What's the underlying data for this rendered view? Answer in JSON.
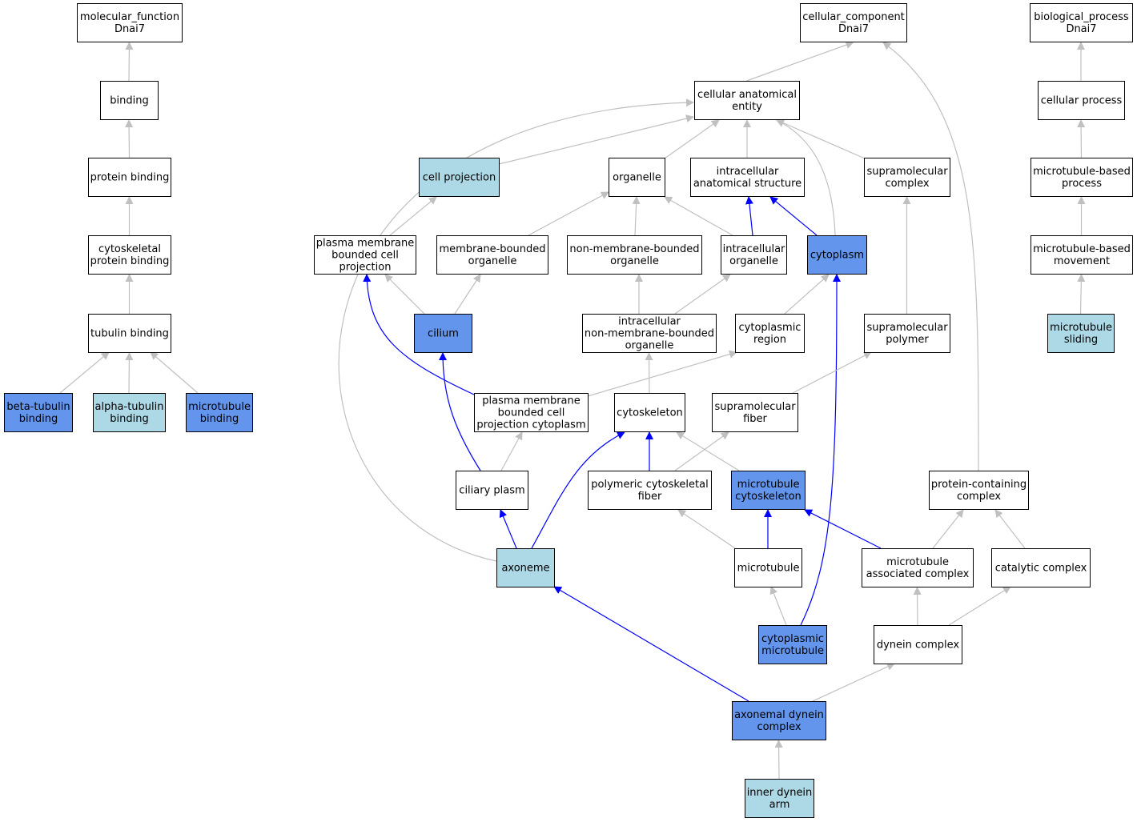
{
  "colors": {
    "plain_fill": "#ffffff",
    "direct_fill": "#6495ed",
    "light_fill": "#add8e6",
    "gray_edge": "#c0c0c0",
    "blue_edge": "#0000ff"
  },
  "nodes": [
    {
      "id": "mf",
      "lines": [
        "molecular_function",
        "Dnai7"
      ],
      "style": "plain"
    },
    {
      "id": "binding",
      "lines": [
        "binding"
      ],
      "style": "plain"
    },
    {
      "id": "protein_binding",
      "lines": [
        "protein binding"
      ],
      "style": "plain"
    },
    {
      "id": "cytoskeletal_protein_binding",
      "lines": [
        "cytoskeletal",
        "protein binding"
      ],
      "style": "plain"
    },
    {
      "id": "tubulin_binding",
      "lines": [
        "tubulin binding"
      ],
      "style": "plain"
    },
    {
      "id": "beta_tubulin_binding",
      "lines": [
        "beta-tubulin",
        "binding"
      ],
      "style": "direct"
    },
    {
      "id": "alpha_tubulin_binding",
      "lines": [
        "alpha-tubulin",
        "binding"
      ],
      "style": "light"
    },
    {
      "id": "microtubule_binding",
      "lines": [
        "microtubule",
        "binding"
      ],
      "style": "direct"
    },
    {
      "id": "cc",
      "lines": [
        "cellular_component",
        "Dnai7"
      ],
      "style": "plain"
    },
    {
      "id": "cae",
      "lines": [
        "cellular anatomical",
        "entity"
      ],
      "style": "plain"
    },
    {
      "id": "cell_projection",
      "lines": [
        "cell projection"
      ],
      "style": "light"
    },
    {
      "id": "organelle",
      "lines": [
        "organelle"
      ],
      "style": "plain"
    },
    {
      "id": "ias",
      "lines": [
        "intracellular",
        "anatomical structure"
      ],
      "style": "plain"
    },
    {
      "id": "supramolecular_complex",
      "lines": [
        "supramolecular",
        "complex"
      ],
      "style": "plain"
    },
    {
      "id": "pmbcp",
      "lines": [
        "plasma membrane",
        "bounded cell",
        "projection"
      ],
      "style": "plain"
    },
    {
      "id": "mbo",
      "lines": [
        "membrane-bounded",
        "organelle"
      ],
      "style": "plain"
    },
    {
      "id": "nmbo",
      "lines": [
        "non-membrane-bounded",
        "organelle"
      ],
      "style": "plain"
    },
    {
      "id": "intracellular_organelle",
      "lines": [
        "intracellular",
        "organelle"
      ],
      "style": "plain"
    },
    {
      "id": "cytoplasm",
      "lines": [
        "cytoplasm"
      ],
      "style": "direct"
    },
    {
      "id": "cilium",
      "lines": [
        "cilium"
      ],
      "style": "direct"
    },
    {
      "id": "inmbo",
      "lines": [
        "intracellular",
        "non-membrane-bounded",
        "organelle"
      ],
      "style": "plain"
    },
    {
      "id": "cytoplasmic_region",
      "lines": [
        "cytoplasmic",
        "region"
      ],
      "style": "plain"
    },
    {
      "id": "supramolecular_polymer",
      "lines": [
        "supramolecular",
        "polymer"
      ],
      "style": "plain"
    },
    {
      "id": "pmbcp_cytoplasm",
      "lines": [
        "plasma membrane",
        "bounded cell",
        "projection cytoplasm"
      ],
      "style": "plain"
    },
    {
      "id": "cytoskeleton",
      "lines": [
        "cytoskeleton"
      ],
      "style": "plain"
    },
    {
      "id": "supramolecular_fiber",
      "lines": [
        "supramolecular",
        "fiber"
      ],
      "style": "plain"
    },
    {
      "id": "ciliary_plasm",
      "lines": [
        "ciliary plasm"
      ],
      "style": "plain"
    },
    {
      "id": "polymeric_cytoskeletal_fiber",
      "lines": [
        "polymeric cytoskeletal",
        "fiber"
      ],
      "style": "plain"
    },
    {
      "id": "microtubule_cytoskeleton",
      "lines": [
        "microtubule",
        "cytoskeleton"
      ],
      "style": "direct"
    },
    {
      "id": "protein_containing_complex",
      "lines": [
        "protein-containing",
        "complex"
      ],
      "style": "plain"
    },
    {
      "id": "axoneme",
      "lines": [
        "axoneme"
      ],
      "style": "light"
    },
    {
      "id": "microtubule",
      "lines": [
        "microtubule"
      ],
      "style": "plain"
    },
    {
      "id": "mt_associated_complex",
      "lines": [
        "microtubule",
        "associated complex"
      ],
      "style": "plain"
    },
    {
      "id": "catalytic_complex",
      "lines": [
        "catalytic complex"
      ],
      "style": "plain"
    },
    {
      "id": "cytoplasmic_microtubule",
      "lines": [
        "cytoplasmic",
        "microtubule"
      ],
      "style": "direct"
    },
    {
      "id": "dynein_complex",
      "lines": [
        "dynein complex"
      ],
      "style": "plain"
    },
    {
      "id": "axonemal_dynein_complex",
      "lines": [
        "axonemal dynein",
        "complex"
      ],
      "style": "direct"
    },
    {
      "id": "inner_dynein_arm",
      "lines": [
        "inner dynein",
        "arm"
      ],
      "style": "light"
    },
    {
      "id": "bp",
      "lines": [
        "biological_process",
        "Dnai7"
      ],
      "style": "plain"
    },
    {
      "id": "cellular_process",
      "lines": [
        "cellular process"
      ],
      "style": "plain"
    },
    {
      "id": "mt_based_process",
      "lines": [
        "microtubule-based",
        "process"
      ],
      "style": "plain"
    },
    {
      "id": "mt_based_movement",
      "lines": [
        "microtubule-based",
        "movement"
      ],
      "style": "plain"
    },
    {
      "id": "microtubule_sliding",
      "lines": [
        "microtubule",
        "sliding"
      ],
      "style": "light"
    }
  ],
  "edges": [
    {
      "from": "binding",
      "to": "mf",
      "color": "gray"
    },
    {
      "from": "protein_binding",
      "to": "binding",
      "color": "gray"
    },
    {
      "from": "cytoskeletal_protein_binding",
      "to": "protein_binding",
      "color": "gray"
    },
    {
      "from": "tubulin_binding",
      "to": "cytoskeletal_protein_binding",
      "color": "gray"
    },
    {
      "from": "beta_tubulin_binding",
      "to": "tubulin_binding",
      "color": "gray"
    },
    {
      "from": "alpha_tubulin_binding",
      "to": "tubulin_binding",
      "color": "gray"
    },
    {
      "from": "microtubule_binding",
      "to": "tubulin_binding",
      "color": "gray"
    },
    {
      "from": "cae",
      "to": "cc",
      "color": "gray"
    },
    {
      "from": "protein_containing_complex",
      "to": "cc",
      "color": "gray"
    },
    {
      "from": "cell_projection",
      "to": "cae",
      "color": "gray"
    },
    {
      "from": "organelle",
      "to": "cae",
      "color": "gray"
    },
    {
      "from": "ias",
      "to": "cae",
      "color": "gray"
    },
    {
      "from": "supramolecular_complex",
      "to": "cae",
      "color": "gray"
    },
    {
      "from": "cytoplasm",
      "to": "cae",
      "color": "gray"
    },
    {
      "from": "axoneme",
      "to": "cae",
      "color": "gray"
    },
    {
      "from": "pmbcp",
      "to": "cell_projection",
      "color": "gray"
    },
    {
      "from": "mbo",
      "to": "organelle",
      "color": "gray"
    },
    {
      "from": "nmbo",
      "to": "organelle",
      "color": "gray"
    },
    {
      "from": "intracellular_organelle",
      "to": "organelle",
      "color": "gray"
    },
    {
      "from": "intracellular_organelle",
      "to": "ias",
      "color": "blue"
    },
    {
      "from": "cytoplasm",
      "to": "ias",
      "color": "blue"
    },
    {
      "from": "supramolecular_polymer",
      "to": "supramolecular_complex",
      "color": "gray"
    },
    {
      "from": "cilium",
      "to": "pmbcp",
      "color": "gray"
    },
    {
      "from": "cilium",
      "to": "mbo",
      "color": "gray"
    },
    {
      "from": "pmbcp_cytoplasm",
      "to": "pmbcp",
      "color": "blue"
    },
    {
      "from": "inmbo",
      "to": "nmbo",
      "color": "gray"
    },
    {
      "from": "inmbo",
      "to": "intracellular_organelle",
      "color": "gray"
    },
    {
      "from": "cytoplasmic_region",
      "to": "cytoplasm",
      "color": "gray"
    },
    {
      "from": "cytoplasmic_microtubule",
      "to": "cytoplasm",
      "color": "blue"
    },
    {
      "from": "ciliary_plasm",
      "to": "cilium",
      "color": "blue"
    },
    {
      "from": "cytoskeleton",
      "to": "inmbo",
      "color": "gray"
    },
    {
      "from": "pmbcp_cytoplasm",
      "to": "cytoplasmic_region",
      "color": "gray"
    },
    {
      "from": "supramolecular_fiber",
      "to": "supramolecular_polymer",
      "color": "gray"
    },
    {
      "from": "ciliary_plasm",
      "to": "pmbcp_cytoplasm",
      "color": "gray"
    },
    {
      "from": "axoneme",
      "to": "cytoskeleton",
      "color": "blue"
    },
    {
      "from": "polymeric_cytoskeletal_fiber",
      "to": "cytoskeleton",
      "color": "blue"
    },
    {
      "from": "microtubule_cytoskeleton",
      "to": "cytoskeleton",
      "color": "gray"
    },
    {
      "from": "polymeric_cytoskeletal_fiber",
      "to": "supramolecular_fiber",
      "color": "gray"
    },
    {
      "from": "axoneme",
      "to": "ciliary_plasm",
      "color": "blue"
    },
    {
      "from": "microtubule",
      "to": "polymeric_cytoskeletal_fiber",
      "color": "gray"
    },
    {
      "from": "microtubule",
      "to": "microtubule_cytoskeleton",
      "color": "blue"
    },
    {
      "from": "mt_associated_complex",
      "to": "microtubule_cytoskeleton",
      "color": "blue"
    },
    {
      "from": "mt_associated_complex",
      "to": "protein_containing_complex",
      "color": "gray"
    },
    {
      "from": "catalytic_complex",
      "to": "protein_containing_complex",
      "color": "gray"
    },
    {
      "from": "cytoplasmic_microtubule",
      "to": "microtubule",
      "color": "gray"
    },
    {
      "from": "dynein_complex",
      "to": "mt_associated_complex",
      "color": "gray"
    },
    {
      "from": "dynein_complex",
      "to": "catalytic_complex",
      "color": "gray"
    },
    {
      "from": "axonemal_dynein_complex",
      "to": "axoneme",
      "color": "blue"
    },
    {
      "from": "axonemal_dynein_complex",
      "to": "dynein_complex",
      "color": "gray"
    },
    {
      "from": "inner_dynein_arm",
      "to": "axonemal_dynein_complex",
      "color": "gray"
    },
    {
      "from": "cellular_process",
      "to": "bp",
      "color": "gray"
    },
    {
      "from": "mt_based_process",
      "to": "cellular_process",
      "color": "gray"
    },
    {
      "from": "mt_based_movement",
      "to": "mt_based_process",
      "color": "gray"
    },
    {
      "from": "microtubule_sliding",
      "to": "mt_based_movement",
      "color": "gray"
    }
  ]
}
